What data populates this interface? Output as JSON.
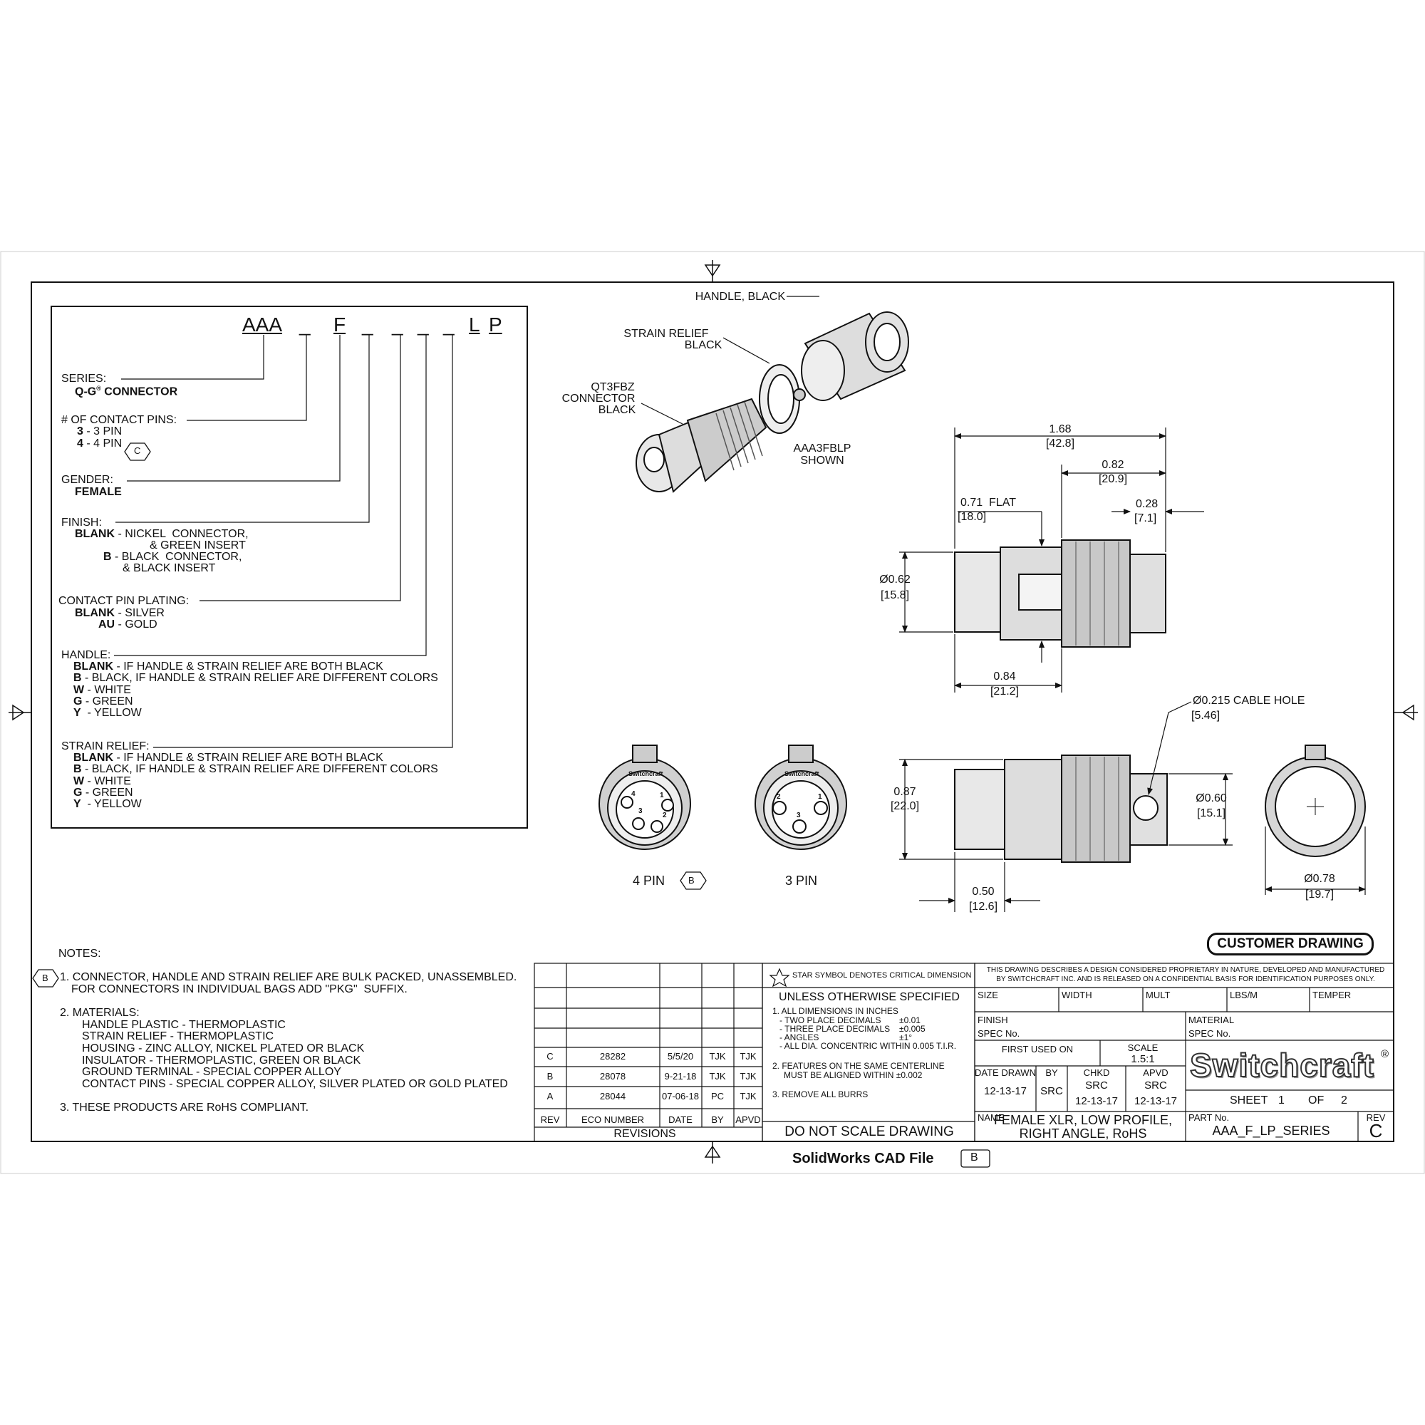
{
  "ordering": {
    "code": [
      "AAA",
      "_",
      "F",
      "_",
      "_",
      "_",
      "_",
      "L",
      "P"
    ],
    "series_label": "SERIES:",
    "series_value": "Q-G",
    "series_sup": "®",
    "series_value_2": " CONNECTOR",
    "pins_label": "# OF CONTACT PINS:",
    "pins_3_code": "3",
    "pins_3_text": " - 3 PIN",
    "pins_4_code": "4",
    "pins_4_text": " - 4 PIN",
    "pins_4_rev": "C",
    "gender_label": "GENDER:",
    "gender_value": "FEMALE",
    "finish_label": "FINISH:",
    "finish_blank_code": "BLANK",
    "finish_blank_text": " - NICKEL  CONNECTOR,",
    "finish_blank_text2": "& GREEN INSERT",
    "finish_b_code": "B",
    "finish_b_text": " - BLACK  CONNECTOR,",
    "finish_b_text2": "& BLACK INSERT",
    "plating_label": "CONTACT PIN PLATING:",
    "plating_blank_code": "BLANK",
    "plating_blank_text": " - SILVER",
    "plating_au_code": "AU",
    "plating_au_text": " - GOLD",
    "handle_label": "HANDLE:",
    "handle_items": [
      {
        "code": "BLANK",
        "text": " - IF HANDLE & STRAIN RELIEF ARE BOTH BLACK"
      },
      {
        "code": "B",
        "text": " - BLACK, IF HANDLE & STRAIN RELIEF ARE DIFFERENT COLORS"
      },
      {
        "code": "W",
        "text": " - WHITE"
      },
      {
        "code": "G",
        "text": " - GREEN"
      },
      {
        "code": "Y",
        "text": "  - YELLOW"
      }
    ],
    "strain_label": "STRAIN RELIEF:",
    "strain_items": [
      {
        "code": "BLANK",
        "text": " - IF HANDLE & STRAIN RELIEF ARE BOTH BLACK"
      },
      {
        "code": "B",
        "text": " - BLACK, IF HANDLE & STRAIN RELIEF ARE DIFFERENT COLORS"
      },
      {
        "code": "W",
        "text": " - WHITE"
      },
      {
        "code": "G",
        "text": " - GREEN"
      },
      {
        "code": "Y",
        "text": "  - YELLOW"
      }
    ]
  },
  "iso_view": {
    "handle": "HANDLE, BLACK",
    "strain_relief_1": "STRAIN RELIEF",
    "strain_relief_2": "BLACK",
    "connector_1": "QT3FBZ",
    "connector_2": "CONNECTOR",
    "connector_3": "BLACK",
    "shown_1": "AAA3FBLP",
    "shown_2": "SHOWN"
  },
  "dims": {
    "overall_in": "1.68",
    "overall_mm": "[42.8]",
    "handle_in": "0.82",
    "handle_mm": "[20.9]",
    "flat_in": "0.71  FLAT",
    "flat_mm": "[18.0]",
    "tail_in": "0.28",
    "tail_mm": "[7.1]",
    "dia_in": "Ø0.62",
    "dia_mm": "[15.8]",
    "body_in": "0.84",
    "body_mm": "[21.2]",
    "cable_in": "Ø0.215 CABLE HOLE",
    "cable_mm": "[5.46]",
    "height_in": "0.87",
    "height_mm": "[22.0]",
    "hdia_in": "Ø0.60",
    "hdia_mm": "[15.1]",
    "front_in": "0.50",
    "front_mm": "[12.6]",
    "end_in": "Ø0.78",
    "end_mm": "[19.7]"
  },
  "face_views": {
    "four_pin": "4 PIN",
    "four_pin_rev": "B",
    "three_pin": "3 PIN",
    "brand_small": "Switchcraft",
    "pin4_labels": [
      "4",
      "1",
      "3",
      "2"
    ],
    "pin3_labels": [
      "2",
      "1",
      "3"
    ]
  },
  "customer_drawing": "CUSTOMER DRAWING",
  "notes": {
    "title": "NOTES:",
    "rev_mark": "B",
    "n1_a": "1. CONNECTOR, HANDLE AND STRAIN RELIEF ARE BULK PACKED, UNASSEMBLED.",
    "n1_b": "FOR CONNECTORS IN INDIVIDUAL BAGS ADD \"PKG\"  SUFFIX.",
    "n2": "2. MATERIALS:",
    "materials": [
      "HANDLE PLASTIC - THERMOPLASTIC",
      "STRAIN RELIEF - THERMOPLASTIC",
      "HOUSING - ZINC ALLOY, NICKEL PLATED OR BLACK",
      "INSULATOR - THERMOPLASTIC, GREEN OR BLACK",
      "GROUND TERMINAL - SPECIAL COPPER ALLOY",
      "CONTACT PINS - SPECIAL COPPER ALLOY, SILVER PLATED OR GOLD PLATED"
    ],
    "n3": "3. THESE PRODUCTS ARE RoHS COMPLIANT."
  },
  "revisions": {
    "rows": [
      {
        "rev": "C",
        "eco": "28282",
        "date": "5/5/20",
        "by": "TJK",
        "apvd": "TJK"
      },
      {
        "rev": "B",
        "eco": "28078",
        "date": "9-21-18",
        "by": "TJK",
        "apvd": "TJK"
      },
      {
        "rev": "A",
        "eco": "28044",
        "date": "07-06-18",
        "by": "PC",
        "apvd": "TJK"
      }
    ],
    "h_rev": "REV",
    "h_eco": "ECO NUMBER",
    "h_date": "DATE",
    "h_by": "BY",
    "h_apvd": "APVD",
    "title": "REVISIONS"
  },
  "tolerances": {
    "star_note": "STAR SYMBOL DENOTES CRITICAL DIMENSION",
    "heading": "UNLESS OTHERWISE SPECIFIED",
    "l1": "1. ALL DIMENSIONS IN INCHES",
    "l2": "- TWO PLACE DECIMALS",
    "l2v": "±0.01",
    "l3": "- THREE PLACE DECIMALS",
    "l3v": "±0.005",
    "l4": "- ANGLES",
    "l4v": "±1°",
    "l5": "- ALL DIA. CONCENTRIC WITHIN 0.005 T.I.R.",
    "l6": "2. FEATURES ON THE SAME CENTERLINE",
    "l7": "MUST BE ALIGNED WITHIN ±0.002",
    "l8": "3. REMOVE ALL BURRS",
    "dns": "DO NOT SCALE DRAWING"
  },
  "title_block": {
    "disclaimer_1": "THIS DRAWING DESCRIBES A DESIGN CONSIDERED PROPRIETARY IN NATURE, DEVELOPED AND MANUFACTURED",
    "disclaimer_2": "BY SWITCHCRAFT INC. AND IS RELEASED ON A CONFIDENTIAL BASIS FOR IDENTIFICATION PURPOSES ONLY.",
    "size": "SIZE",
    "width": "WIDTH",
    "mult": "MULT",
    "lbs": "LBS/M",
    "temper": "TEMPER",
    "finish": "FINISH",
    "spec": "SPEC No.",
    "material": "MATERIAL",
    "spec2": "SPEC No.",
    "first_used": "FIRST USED ON",
    "scale_label": "SCALE",
    "scale": "1.5:1",
    "date_drawn_label": "DATE DRAWN",
    "date_drawn": "12-13-17",
    "by_label": "BY",
    "by": "SRC",
    "chkd_label": "CHKD",
    "chkd": "SRC",
    "chkd_date": "12-13-17",
    "apvd_label": "APVD",
    "apvd": "SRC",
    "apvd_date": "12-13-17",
    "brand": "Switchcraft",
    "brand_reg": "®",
    "sheet_label": "SHEET",
    "sheet": "1",
    "of_label": "OF",
    "of": "2",
    "name_label": "NAME",
    "name_1": "FEMALE XLR, LOW PROFILE,",
    "name_2": "RIGHT ANGLE, RoHS",
    "part_label": "PART No.",
    "part": "AAA_F_LP_SERIES",
    "rev_label": "REV",
    "rev": "C"
  },
  "footer": {
    "cad": "SolidWorks CAD File",
    "cad_rev": "B"
  }
}
